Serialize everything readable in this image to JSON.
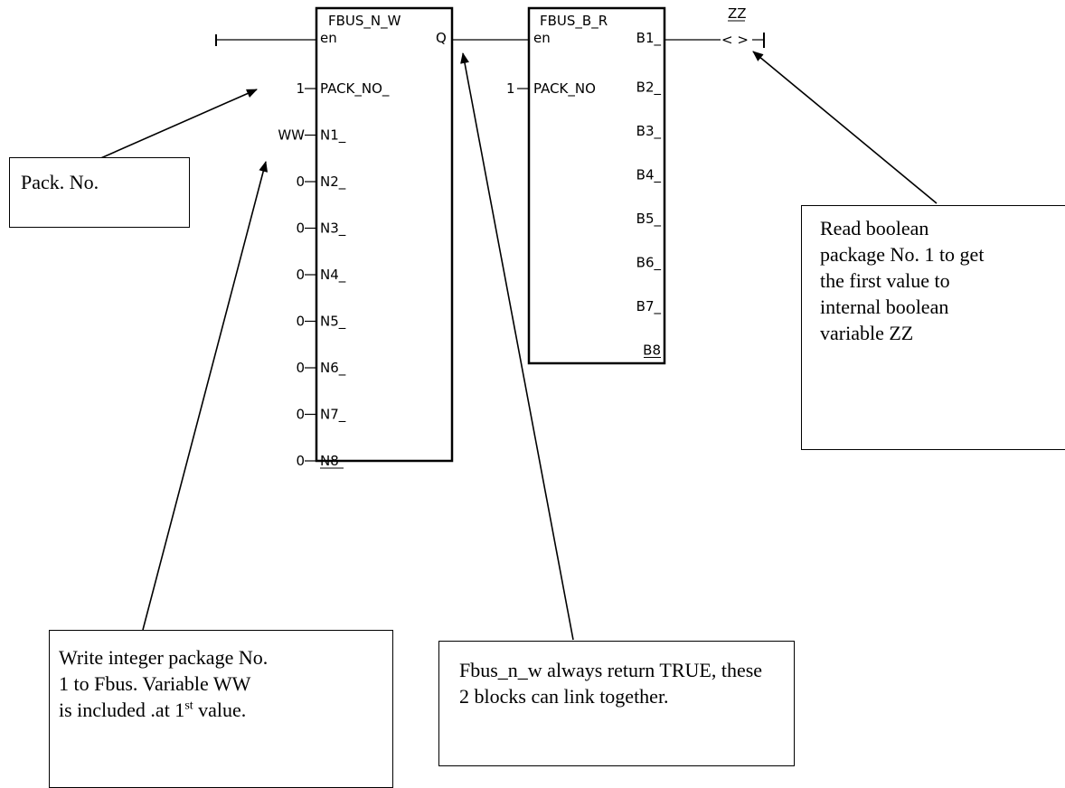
{
  "blocks": {
    "fbus_n_w": {
      "name": "FBUS_N_W",
      "en_label": "en",
      "q_label": "Q",
      "pins": [
        "PACK_NO_",
        "N1_",
        "N2_",
        "N3_",
        "N4_",
        "N5_",
        "N6_",
        "N7_",
        "N8"
      ],
      "inputs": [
        "1",
        "WW",
        "0",
        "0",
        "0",
        "0",
        "0",
        "0",
        "0"
      ]
    },
    "fbus_b_r": {
      "name": "FBUS_B_R",
      "en_label": "en",
      "pack_input": "1",
      "pack_label": "PACK_NO",
      "outputs": [
        "B1_",
        "B2_",
        "B3_",
        "B4_",
        "B5_",
        "B6_",
        "B7_",
        "B8"
      ]
    }
  },
  "coil": {
    "variable": "ZZ",
    "symbol": "< >"
  },
  "notes": {
    "pack": "Pack. No.",
    "read_lines": [
      "Read boolean",
      "package No. 1 to get",
      "the first value to",
      "internal boolean",
      "variable ZZ"
    ],
    "write_line1": "Write integer package No.",
    "write_line2": "1 to Fbus. Variable WW",
    "write_line3_pre": "is included .at 1",
    "write_line3_sup": "st",
    "write_line3_post": " value.",
    "fbus_line1": "Fbus_n_w always return TRUE, these",
    "fbus_line2": "2 blocks can link together."
  }
}
